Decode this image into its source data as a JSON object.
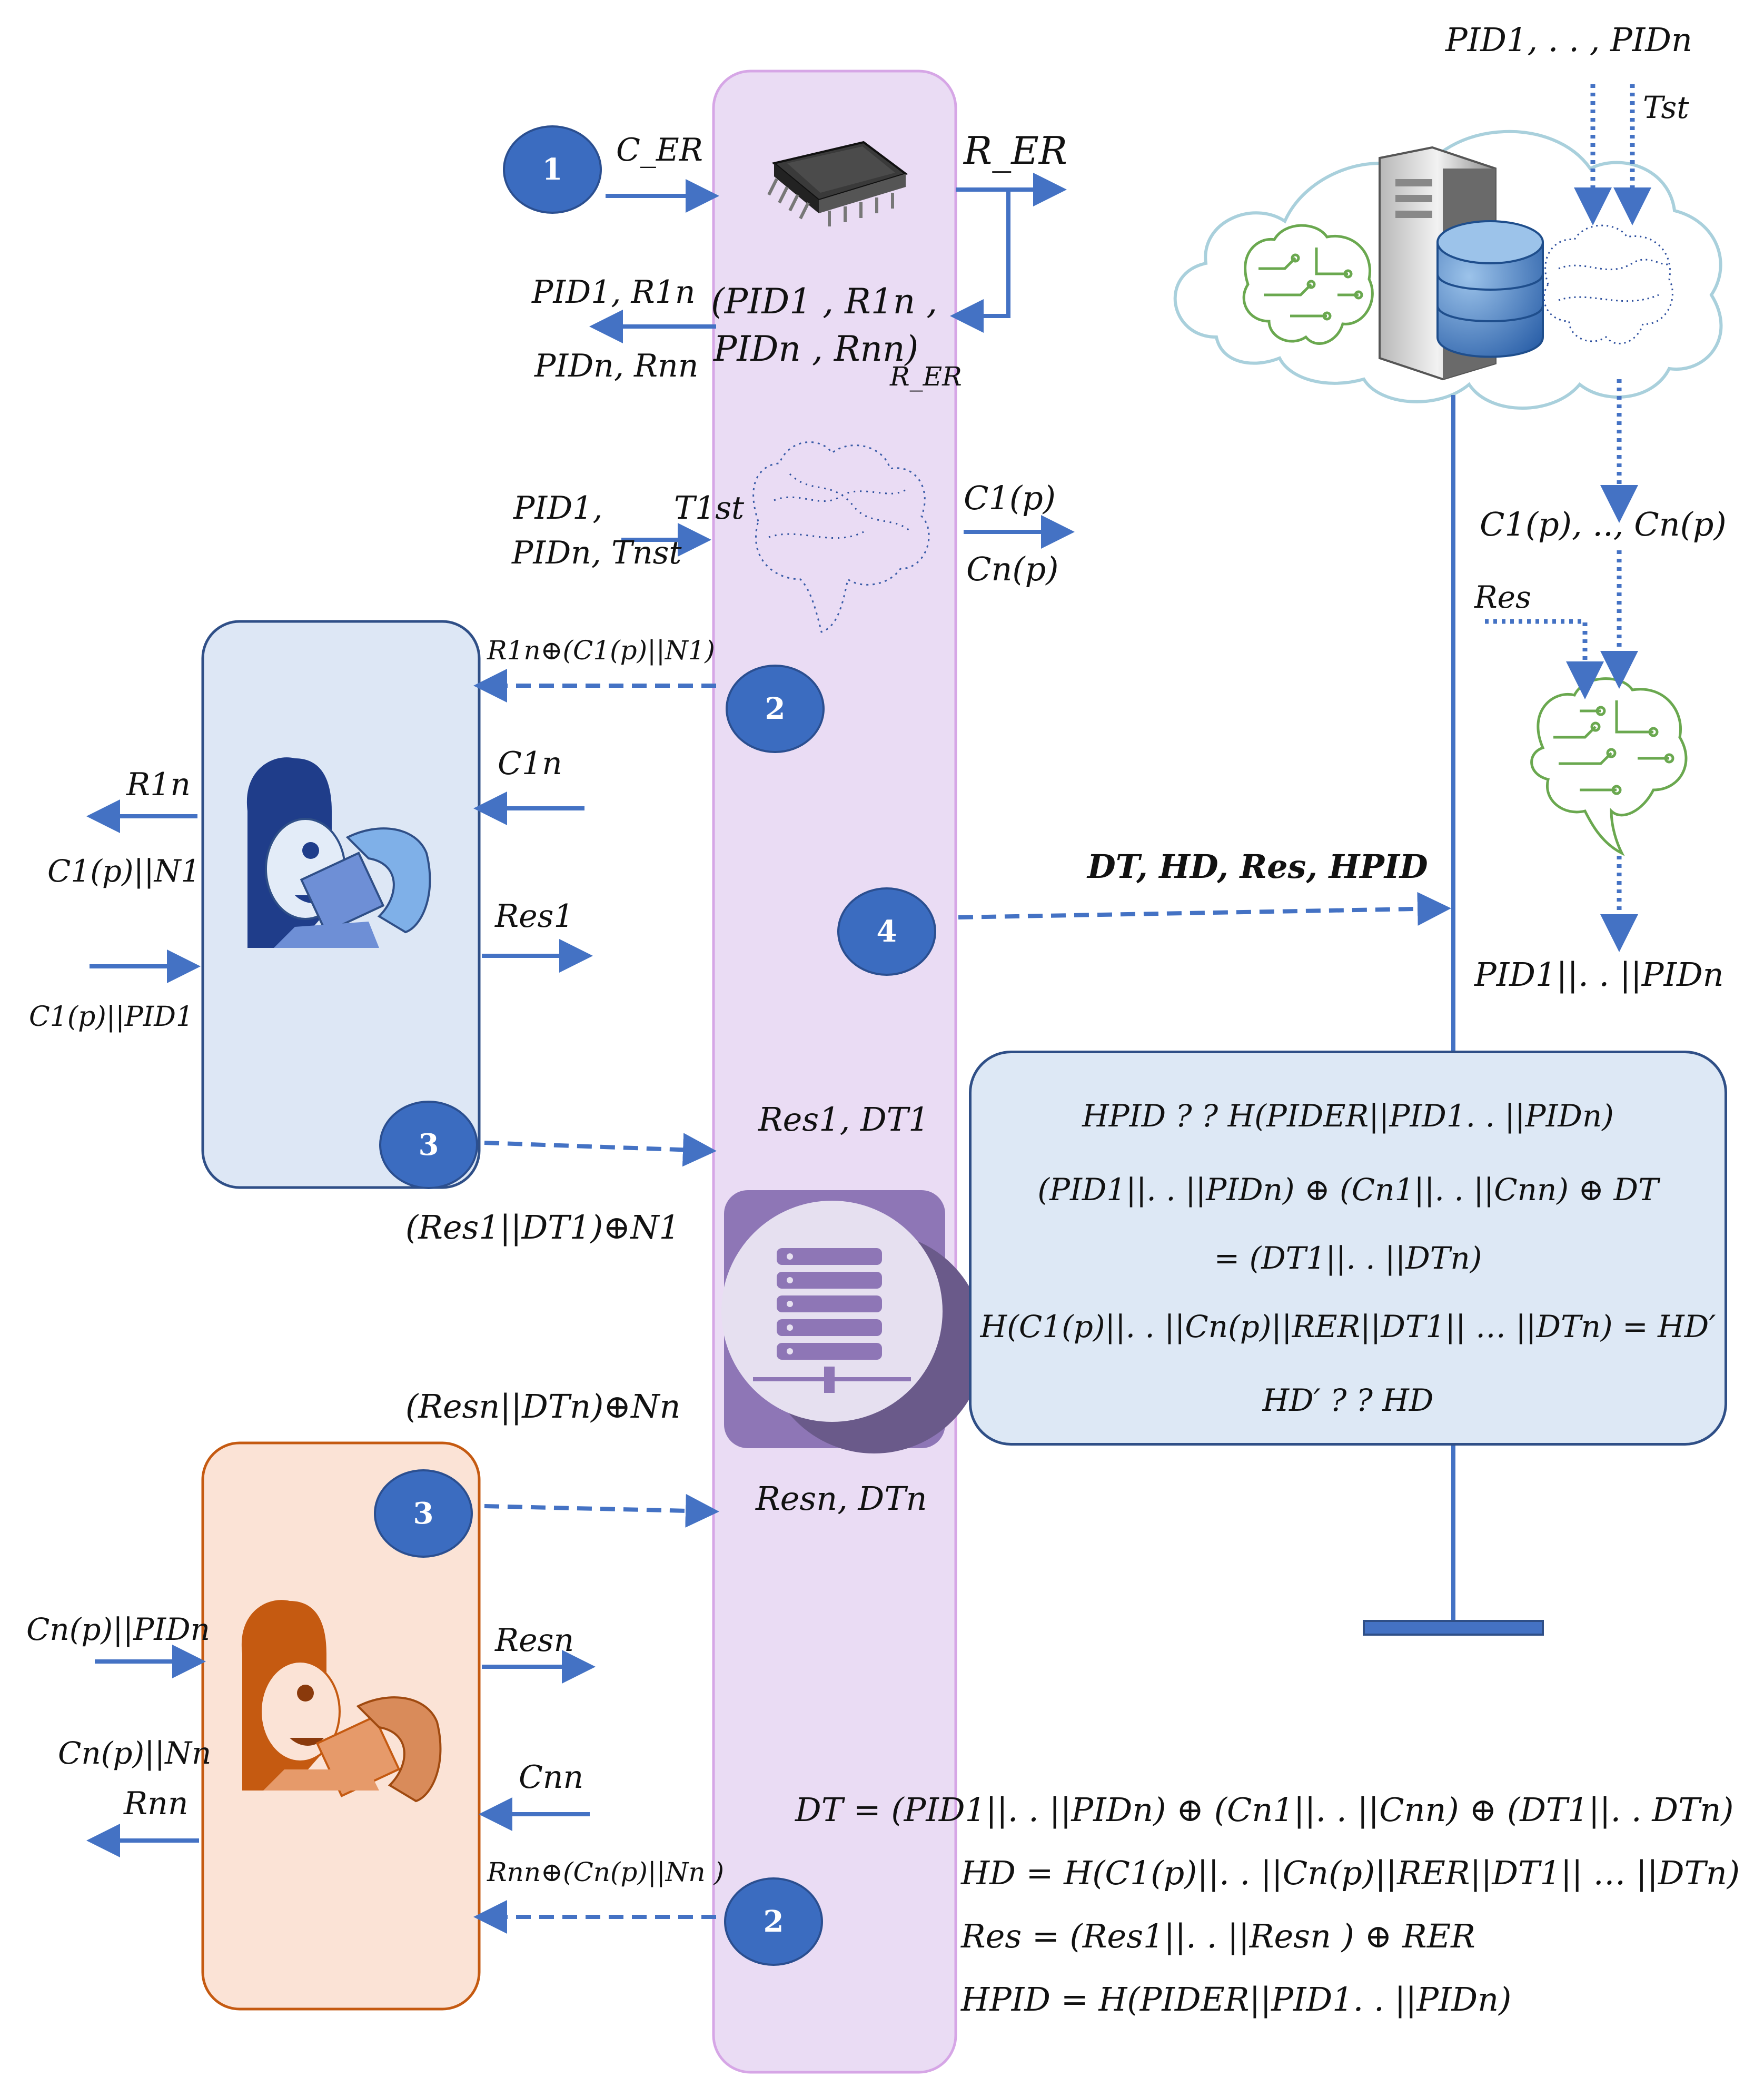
{
  "colors": {
    "arrow": "#4472c4",
    "center_column_fill": "#eadcf4",
    "center_column_border": "#d6a6e6",
    "user1_fill": "#dde7f5",
    "user1_border": "#2f4f87",
    "user2_fill": "#fbe3d6",
    "user2_border": "#c55a11",
    "badge": "#3b6cc0",
    "server_tile": "#8e76b6"
  },
  "icons": {
    "puf_chip": "chip-icon",
    "center_brain": "brain-icon",
    "cloud": "cloud-icon",
    "cloud_server": "server-tower-icon",
    "cloud_database": "database-icon",
    "cloud_brain_green": "circuit-brain-icon",
    "cloud_brain_blue": "dotted-brain-icon",
    "ml_brain": "circuit-brain-icon",
    "user1": "user-with-device-icon",
    "user2": "user-with-device-icon",
    "server_tile": "server-rack-icon"
  },
  "badges": {
    "b1": "1",
    "b2a": "2",
    "b2b": "2",
    "b3a": "3",
    "b3b": "3",
    "b4": "4"
  },
  "labels": {
    "c_er": "C_ER",
    "r_er": "R_ER",
    "pid1_r1": "PID1, R1n",
    "pidn_rn": "PIDn, Rnn",
    "pid_pair_a": "(PID1 , R1n ,",
    "pid_pair_b": "PIDn , Rnn)",
    "pid_pair_sub": "R_ER",
    "pid1_t": "PID1,",
    "pidn_t": "PIDn, Tnst",
    "t1st": "T1st",
    "c1p": "C1(p)",
    "cnp": "Cn(p)",
    "r1_xor": "R1n⊕(C1(p)||N1)",
    "c1n": "C1n",
    "r1n": "R1n",
    "c1p_n1": "C1(p)||N1",
    "res1": "Res1",
    "c1p_pid1": "C1(p)||PID1",
    "res1_dt1": "Res1, DT1",
    "res1_xor": "(Res1||DT1)⊕N1",
    "resn_xor": "(Resn||DTn)⊕Nn",
    "resn_dtn": "Resn, DTn",
    "cnp_pidn": "Cn(p)||PIDn",
    "resn": "Resn",
    "cnp_nn": "Cn(p)||Nn",
    "cnn": "Cnn",
    "rnn": "Rnn",
    "rn_xor": "Rnn⊕(Cn(p)||Nn )",
    "pid_list_top": "PID1, . . , PIDn",
    "t_st": "Tst",
    "c_list": "C1(p), .., Cn(p)",
    "res": "Res",
    "dt_hd_res_hpid": "DT, HD, Res, HPID",
    "pid_concat": "PID1||. . ||PIDn"
  },
  "verification": [
    "HPID ? ? H(PIDER||PID1. . ||PIDn)",
    "(PID1||. . ||PIDn) ⊕ (Cn1||. . ||Cnn) ⊕ DT",
    "= (DT1||. . ||DTn)",
    "H(C1(p)||. . ||Cn(p)||RER||DT1|| … ||DTn) = HD′",
    "HD′ ? ? HD"
  ],
  "formulas": {
    "dt": "DT = (PID1||. . ||PIDn) ⊕ (Cn1||. . ||Cnn) ⊕ (DT1||. . DTn)",
    "hd": "HD = H(C1(p)||. . ||Cn(p)||RER||DT1|| … ||DTn)",
    "res": "Res = (Res1||. . ||Resn ) ⊕ RER",
    "hpid": "HPID = H(PIDER||PID1. . ||PIDn)"
  }
}
